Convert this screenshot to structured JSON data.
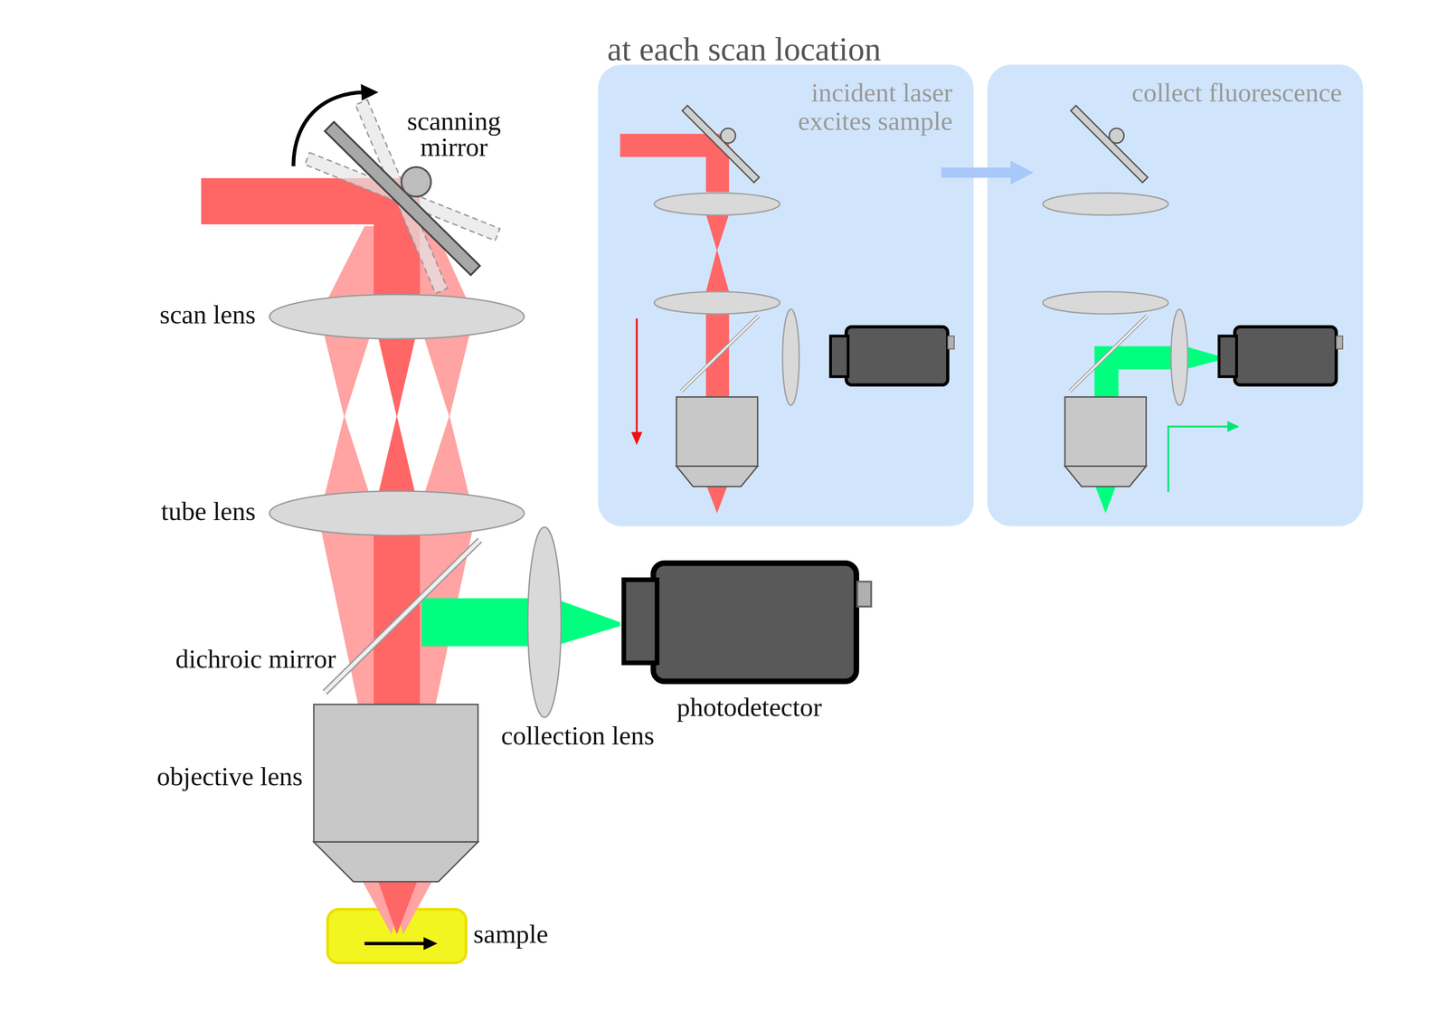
{
  "diagram": {
    "nodes": [
      {
        "text": [
          "incident laser excites sample"
        ]
      },
      {
        "text": [
          "collect fluorescence"
        ]
      }
    ],
    "edges": [
      {
        "from": 0,
        "to": 1,
        "arrow": "to"
      }
    ],
    "labels": [
      "at each scan location",
      "scanning mirror",
      "scan lens",
      "tube lens",
      "dichroic mirror",
      "objective lens",
      "sample",
      "collection lens",
      "photodetector"
    ]
  }
}
